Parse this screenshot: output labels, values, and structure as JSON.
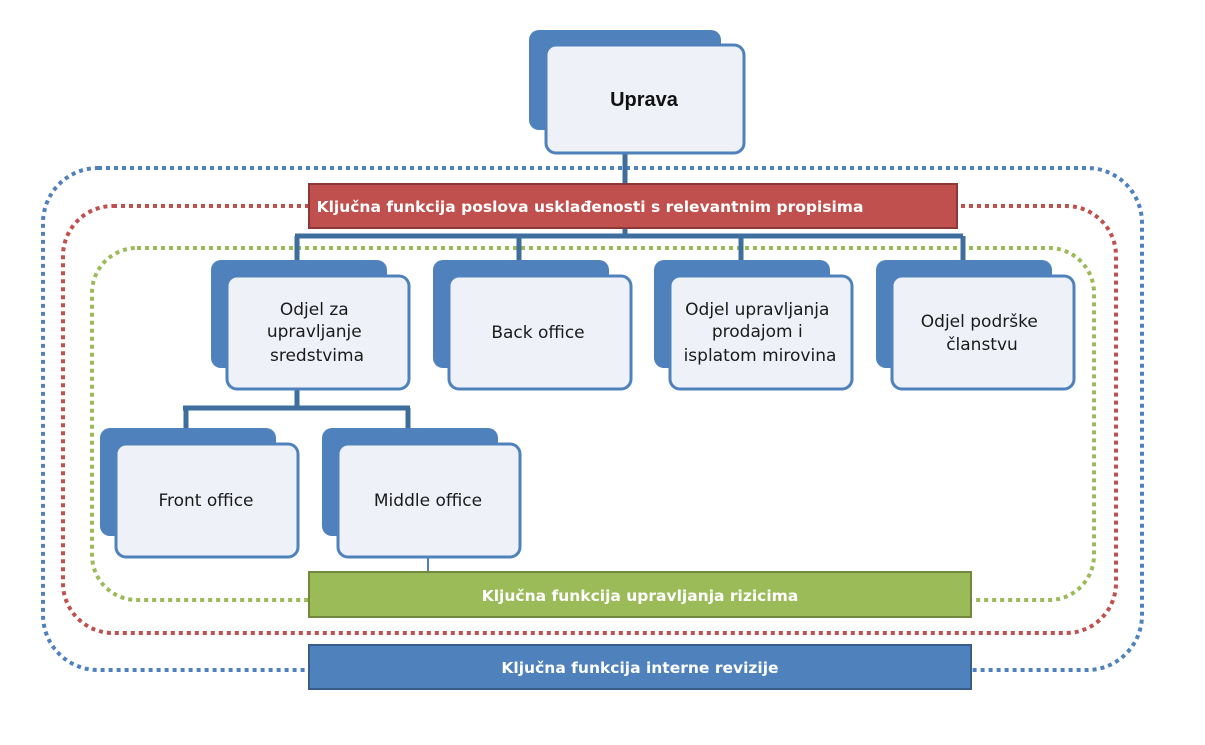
{
  "colors": {
    "node_back": "#4f81bd",
    "node_front": "#eef2f8",
    "node_border": "#4f81bd",
    "connector": "#3e6e9e",
    "compliance": "#c0504d",
    "risk": "#9bbb59",
    "audit": "#4f81bd"
  },
  "nodes": {
    "uprava": [
      "Uprava"
    ],
    "asset_management": [
      "Odjel za",
      "upravljanje",
      "sredstvima"
    ],
    "back_office": [
      "Back office"
    ],
    "pension_sales": [
      "Odjel upravljanja",
      "prodajom i",
      "isplatom mirovina"
    ],
    "member_support": [
      "Odjel podrške",
      "članstvu"
    ],
    "front_office": [
      "Front office"
    ],
    "middle_office": [
      "Middle office"
    ]
  },
  "bars": {
    "compliance": "Ključna funkcija poslova usklađenosti s relevantnim propisima",
    "risk": "Ključna funkcija upravljanja rizicima",
    "audit": "Ključna funkcija interne revizije"
  }
}
